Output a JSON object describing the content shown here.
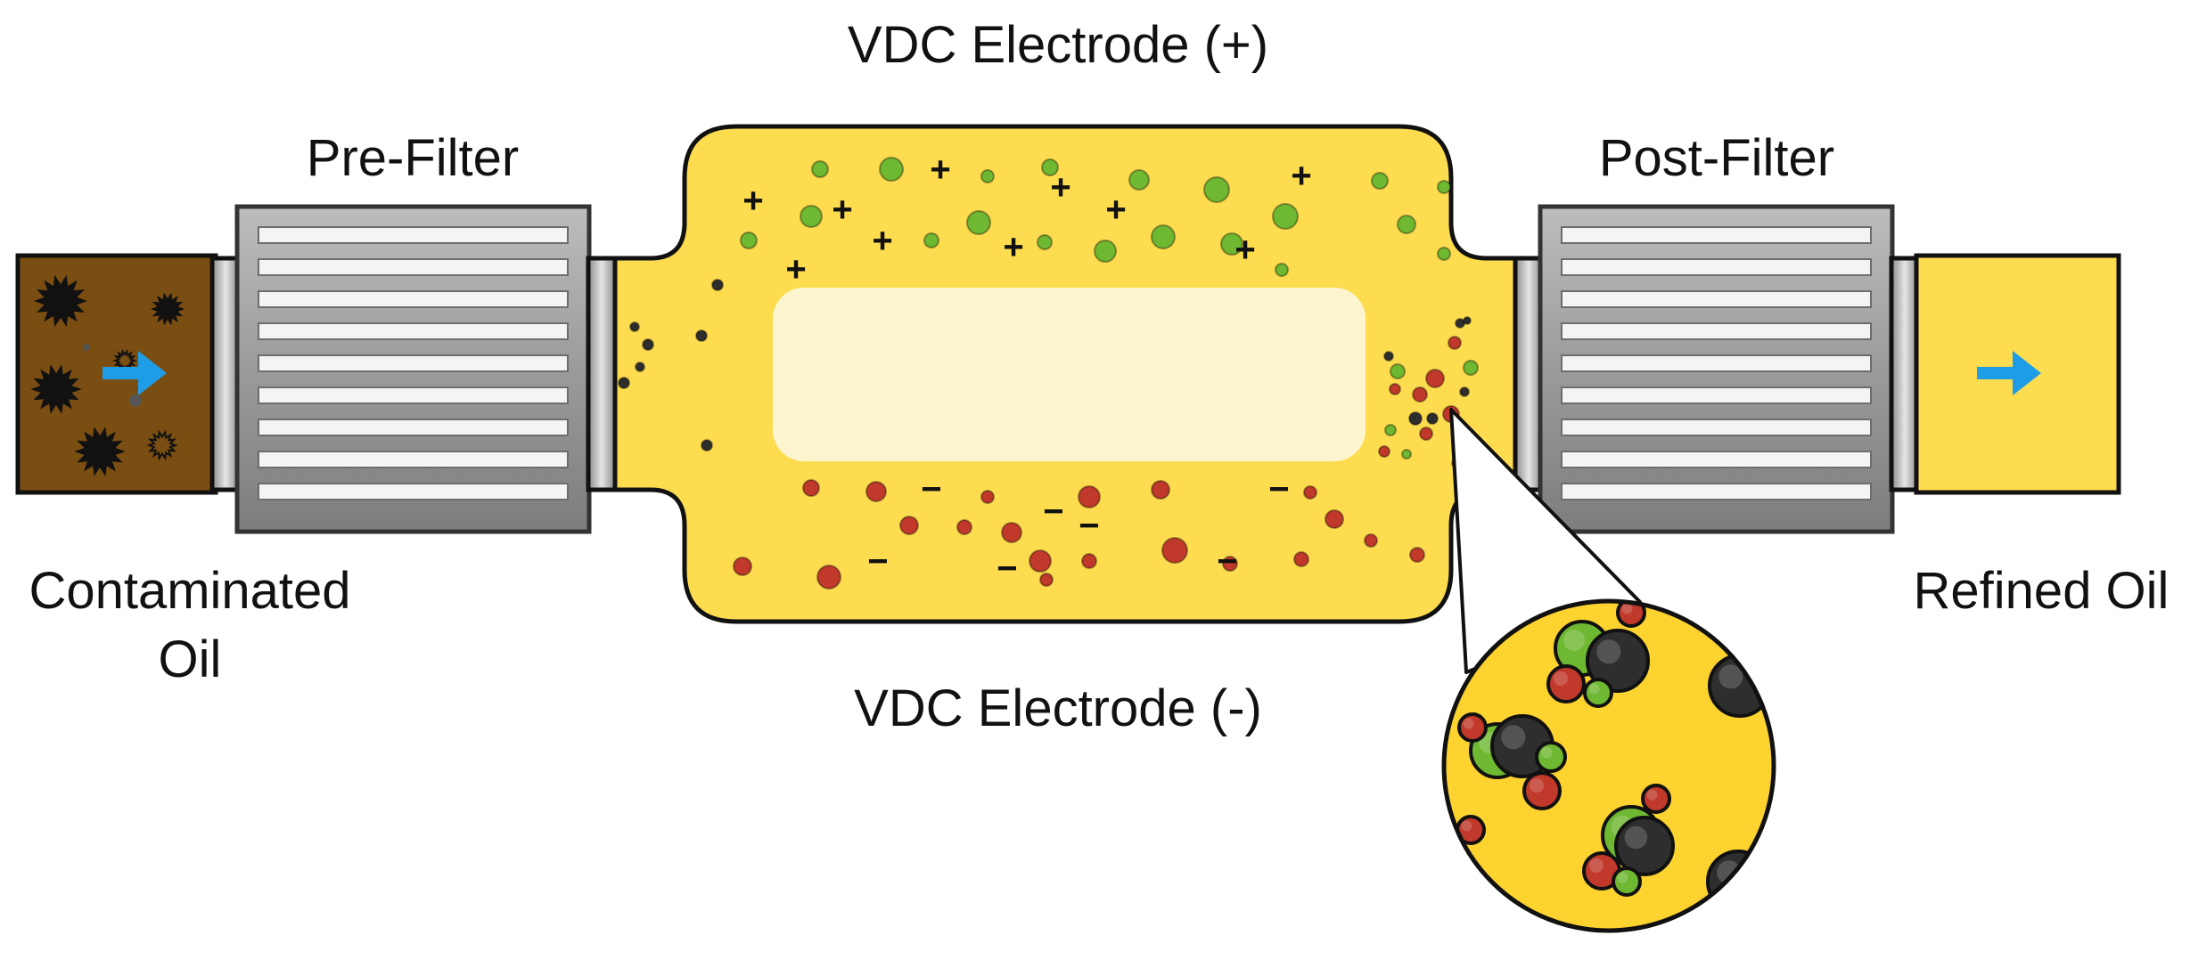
{
  "labels": {
    "electrode_positive": "VDC Electrode (+)",
    "electrode_negative": "VDC Electrode (-)",
    "pre_filter": "Pre-Filter",
    "post_filter": "Post-Filter",
    "contaminated_line1": "Contaminated",
    "contaminated_line2": "Oil",
    "refined": "Refined Oil"
  },
  "colors": {
    "oil": "#fddc4f",
    "dirty_oil": "#7a4e12",
    "positive_particle": "#6fb832",
    "negative_particle": "#c0392b",
    "neutral_particle": "#2e2e2e",
    "flow_arrow": "#1e9de6"
  },
  "charges": {
    "positive_symbol": "+",
    "negative_symbol": "−"
  },
  "icons": [
    "flow-arrow-icon",
    "contaminant-particle-icon",
    "magnifier-callout"
  ]
}
